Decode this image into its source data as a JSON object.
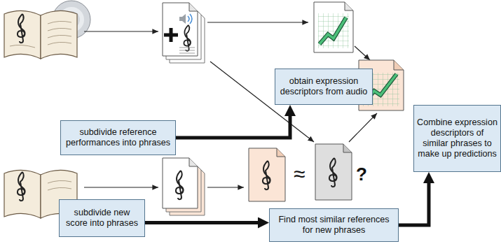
{
  "diagram": {
    "nodes": [
      {
        "text": [
          "subdivide reference performances into phrases"
        ]
      },
      {
        "text": [
          "obtain expression descriptors from audio"
        ]
      },
      {
        "text": [
          "subdivide new score into phrases"
        ]
      },
      {
        "text": [
          "Find most similar references for new phrases"
        ]
      },
      {
        "text": [
          "Combine expression descriptors of similar phrases to make up predictions"
        ]
      }
    ],
    "edges": [
      {
        "from": 0,
        "to": 1,
        "arrow": "to"
      },
      {
        "from": 2,
        "to": 3,
        "arrow": "to"
      },
      {
        "from": 3,
        "to": 4,
        "arrow": "to"
      }
    ],
    "labels": [
      "≈",
      "?"
    ]
  }
}
